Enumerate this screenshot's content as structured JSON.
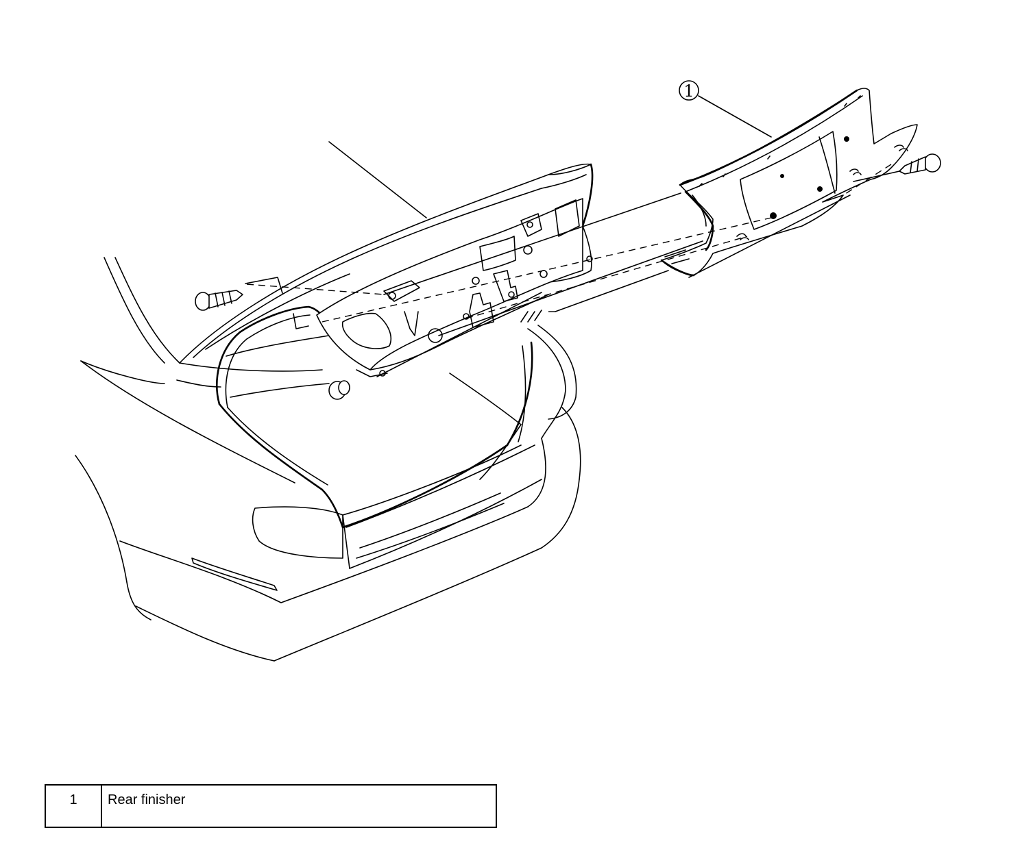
{
  "diagram": {
    "callout": {
      "number": "1"
    }
  },
  "legend": {
    "rows": [
      {
        "number": "1",
        "label": "Rear finisher"
      }
    ]
  }
}
